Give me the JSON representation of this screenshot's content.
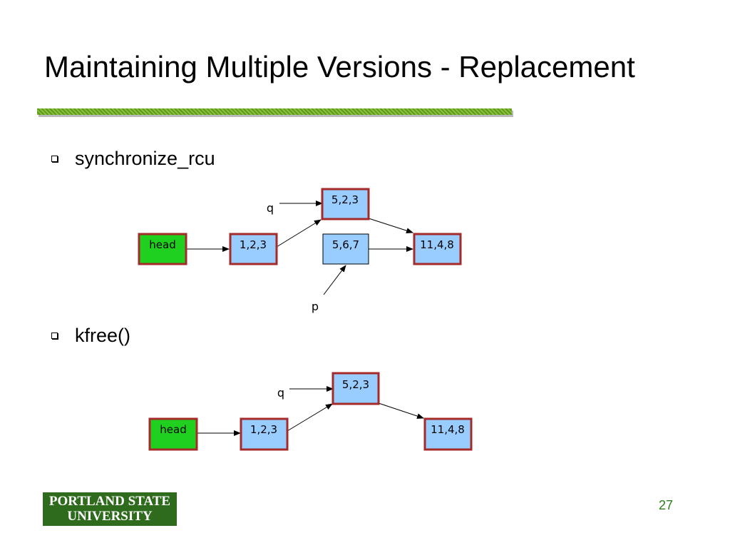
{
  "slide": {
    "title": "Maintaining Multiple Versions - Replacement",
    "page_number": "27"
  },
  "bullets": [
    {
      "text": "synchronize_rcu"
    },
    {
      "text": "kfree()"
    }
  ],
  "diagram1": {
    "nodes": {
      "head": "head",
      "n1": "1,2,3",
      "n2": "5,2,3",
      "n3": "5,6,7",
      "n4": "11,4,8"
    },
    "pointers": {
      "q": "q",
      "p": "p"
    }
  },
  "diagram2": {
    "nodes": {
      "head": "head",
      "n1": "1,2,3",
      "n2": "5,2,3",
      "n4": "11,4,8"
    },
    "pointers": {
      "q": "q"
    }
  },
  "logo": {
    "line1": "PORTLAND STATE",
    "line2": "UNIVERSITY"
  },
  "colors": {
    "head_fill": "#1fd01f",
    "node_fill": "#99ccff",
    "node_border": "#a52a2a",
    "page_number": "#2e7d1a"
  }
}
